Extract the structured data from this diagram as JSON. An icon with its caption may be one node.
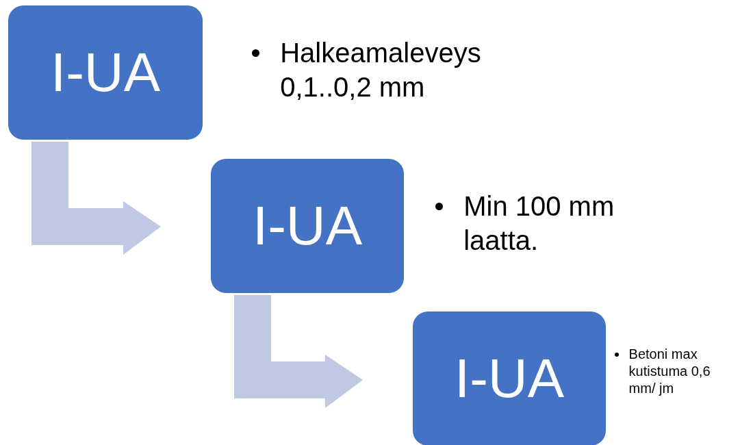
{
  "diagram": {
    "nodes": [
      {
        "text": [
          "I-UA"
        ],
        "beside": [
          "Halkeamaleveys 0,1..0,2 mm"
        ]
      },
      {
        "text": [
          "I-UA"
        ],
        "beside": [
          "Min 100 mm laatta."
        ]
      },
      {
        "text": [
          "I-UA"
        ],
        "beside": [
          "Betoni max kutistuma 0,6 mm/ jm"
        ]
      }
    ],
    "edges": [
      {
        "from": 0,
        "to": 1,
        "arrow": "to",
        "style": "thick"
      },
      {
        "from": 1,
        "to": 2,
        "arrow": "to",
        "style": "thick"
      }
    ]
  }
}
